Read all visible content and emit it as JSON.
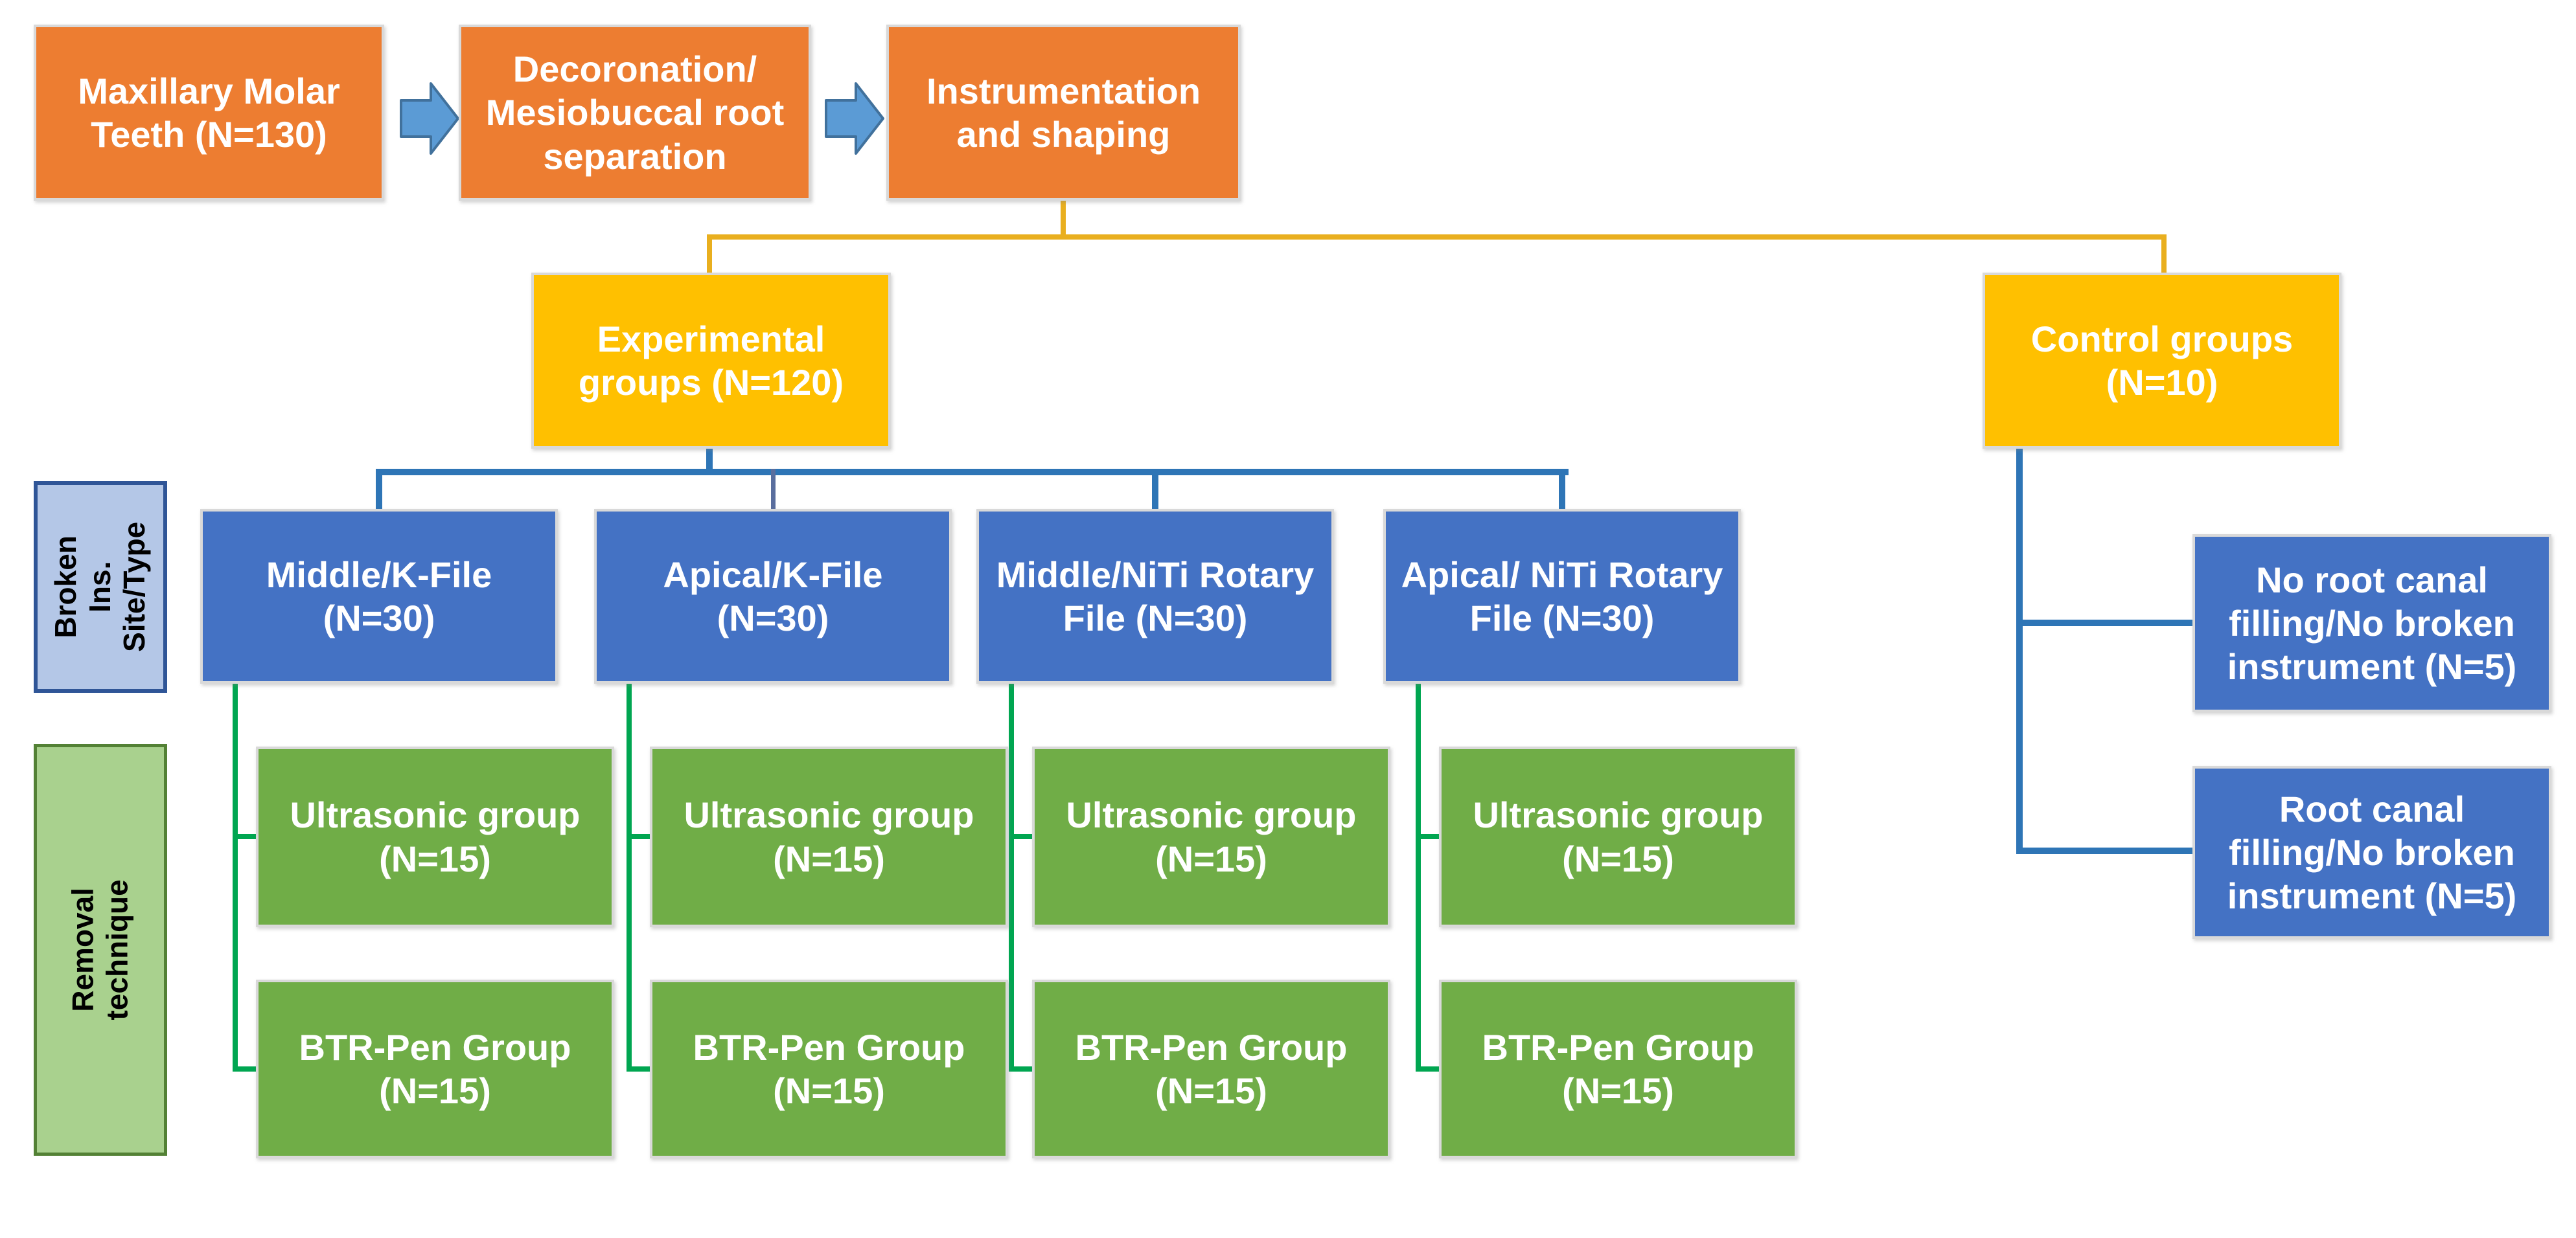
{
  "figure": {
    "type": "study-design-flowchart",
    "description_visible": false
  },
  "colors": {
    "orange_box": "#ED7D31",
    "gold_box": "#FFC000",
    "blue_box": "#4472C4",
    "green_box": "#70AD47",
    "gold_connector": "#E9AF1F",
    "blue_connector": "#2E75B6",
    "slate_connector": "#5A6E9E",
    "green_connector": "#00A651",
    "arrow_fill": "#5B9BD5",
    "arrow_outline": "#41719C",
    "label_blue_bg": "#B4C7E7",
    "label_blue_border": "#2F5597",
    "label_green_bg": "#A9D18E",
    "label_green_border": "#538135",
    "box_border": "#D9D9D9",
    "box_text": "#FFFFFF",
    "label_text": "#000000"
  },
  "flow_steps": [
    {
      "label": "Maxillary Molar\nTeeth (N=130)"
    },
    {
      "label": "Decoronation/\nMesiobuccal root\nseparation"
    },
    {
      "label": "Instrumentation\nand shaping"
    }
  ],
  "experimental": {
    "label": "Experimental\ngroups (N=120)",
    "columns": [
      {
        "site": "Middle/K-File\n(N=30)",
        "groups": [
          {
            "label": "Ultrasonic group\n(N=15)"
          },
          {
            "label": "BTR-Pen Group\n(N=15)"
          }
        ]
      },
      {
        "site": "Apical/K-File\n(N=30)",
        "groups": [
          {
            "label": "Ultrasonic group\n(N=15)"
          },
          {
            "label": "BTR-Pen Group\n(N=15)"
          }
        ]
      },
      {
        "site": "Middle/NiTi Rotary\nFile (N=30)",
        "groups": [
          {
            "label": "Ultrasonic group\n(N=15)"
          },
          {
            "label": "BTR-Pen Group\n(N=15)"
          }
        ]
      },
      {
        "site": "Apical/ NiTi Rotary\nFile (N=30)",
        "groups": [
          {
            "label": "Ultrasonic group\n(N=15)"
          },
          {
            "label": "BTR-Pen Group\n(N=15)"
          }
        ]
      }
    ]
  },
  "control": {
    "label": "Control groups\n(N=10)",
    "subgroups": [
      {
        "label": "No root canal\nfilling/No broken\ninstrument (N=5)"
      },
      {
        "label": "Root canal\nfilling/No broken\ninstrument (N=5)"
      }
    ]
  },
  "row_labels": {
    "site_type": {
      "label": "Broken Ins.\nSite/Type"
    },
    "removal": {
      "label": "Removal technique"
    }
  }
}
